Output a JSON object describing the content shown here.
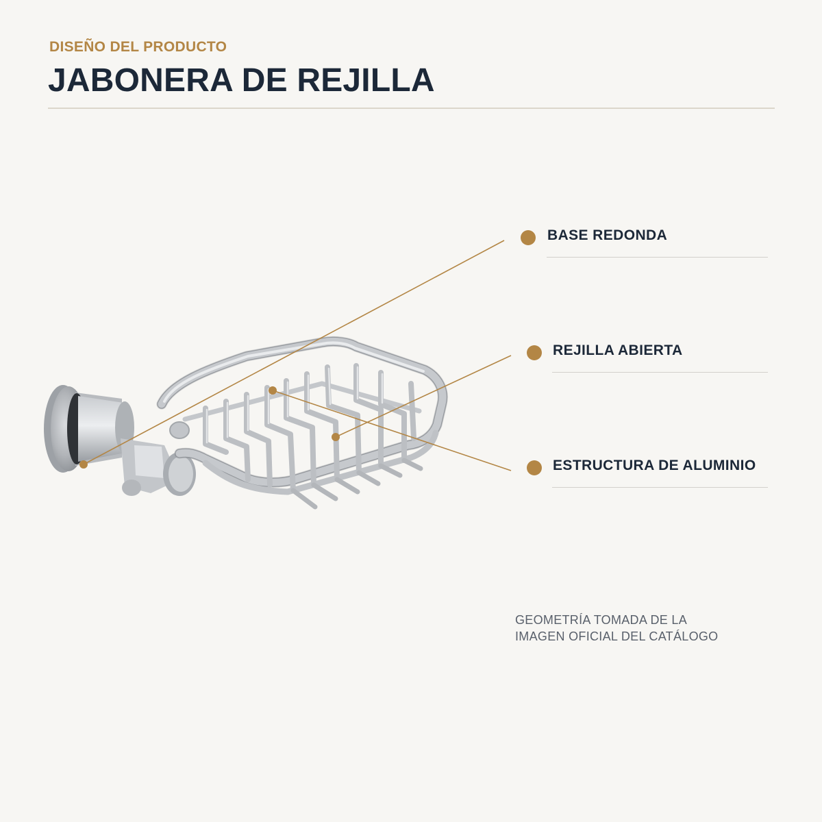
{
  "header": {
    "eyebrow": "DISEÑO DEL PRODUCTO",
    "title": "JABONERA DE REJILLA"
  },
  "callouts": [
    {
      "label": "BASE REDONDA"
    },
    {
      "label": "REJILLA ABIERTA"
    },
    {
      "label": "ESTRUCTURA DE ALUMINIO"
    }
  ],
  "footnote": {
    "line1": "GEOMETRÍA TOMADA DE LA",
    "line2": "IMAGEN OFICIAL DEL CATÁLOGO"
  },
  "colors": {
    "accent": "#b38645",
    "heading": "#1c2838",
    "background": "#f7f6f3",
    "metal": "#b9bcc0"
  }
}
